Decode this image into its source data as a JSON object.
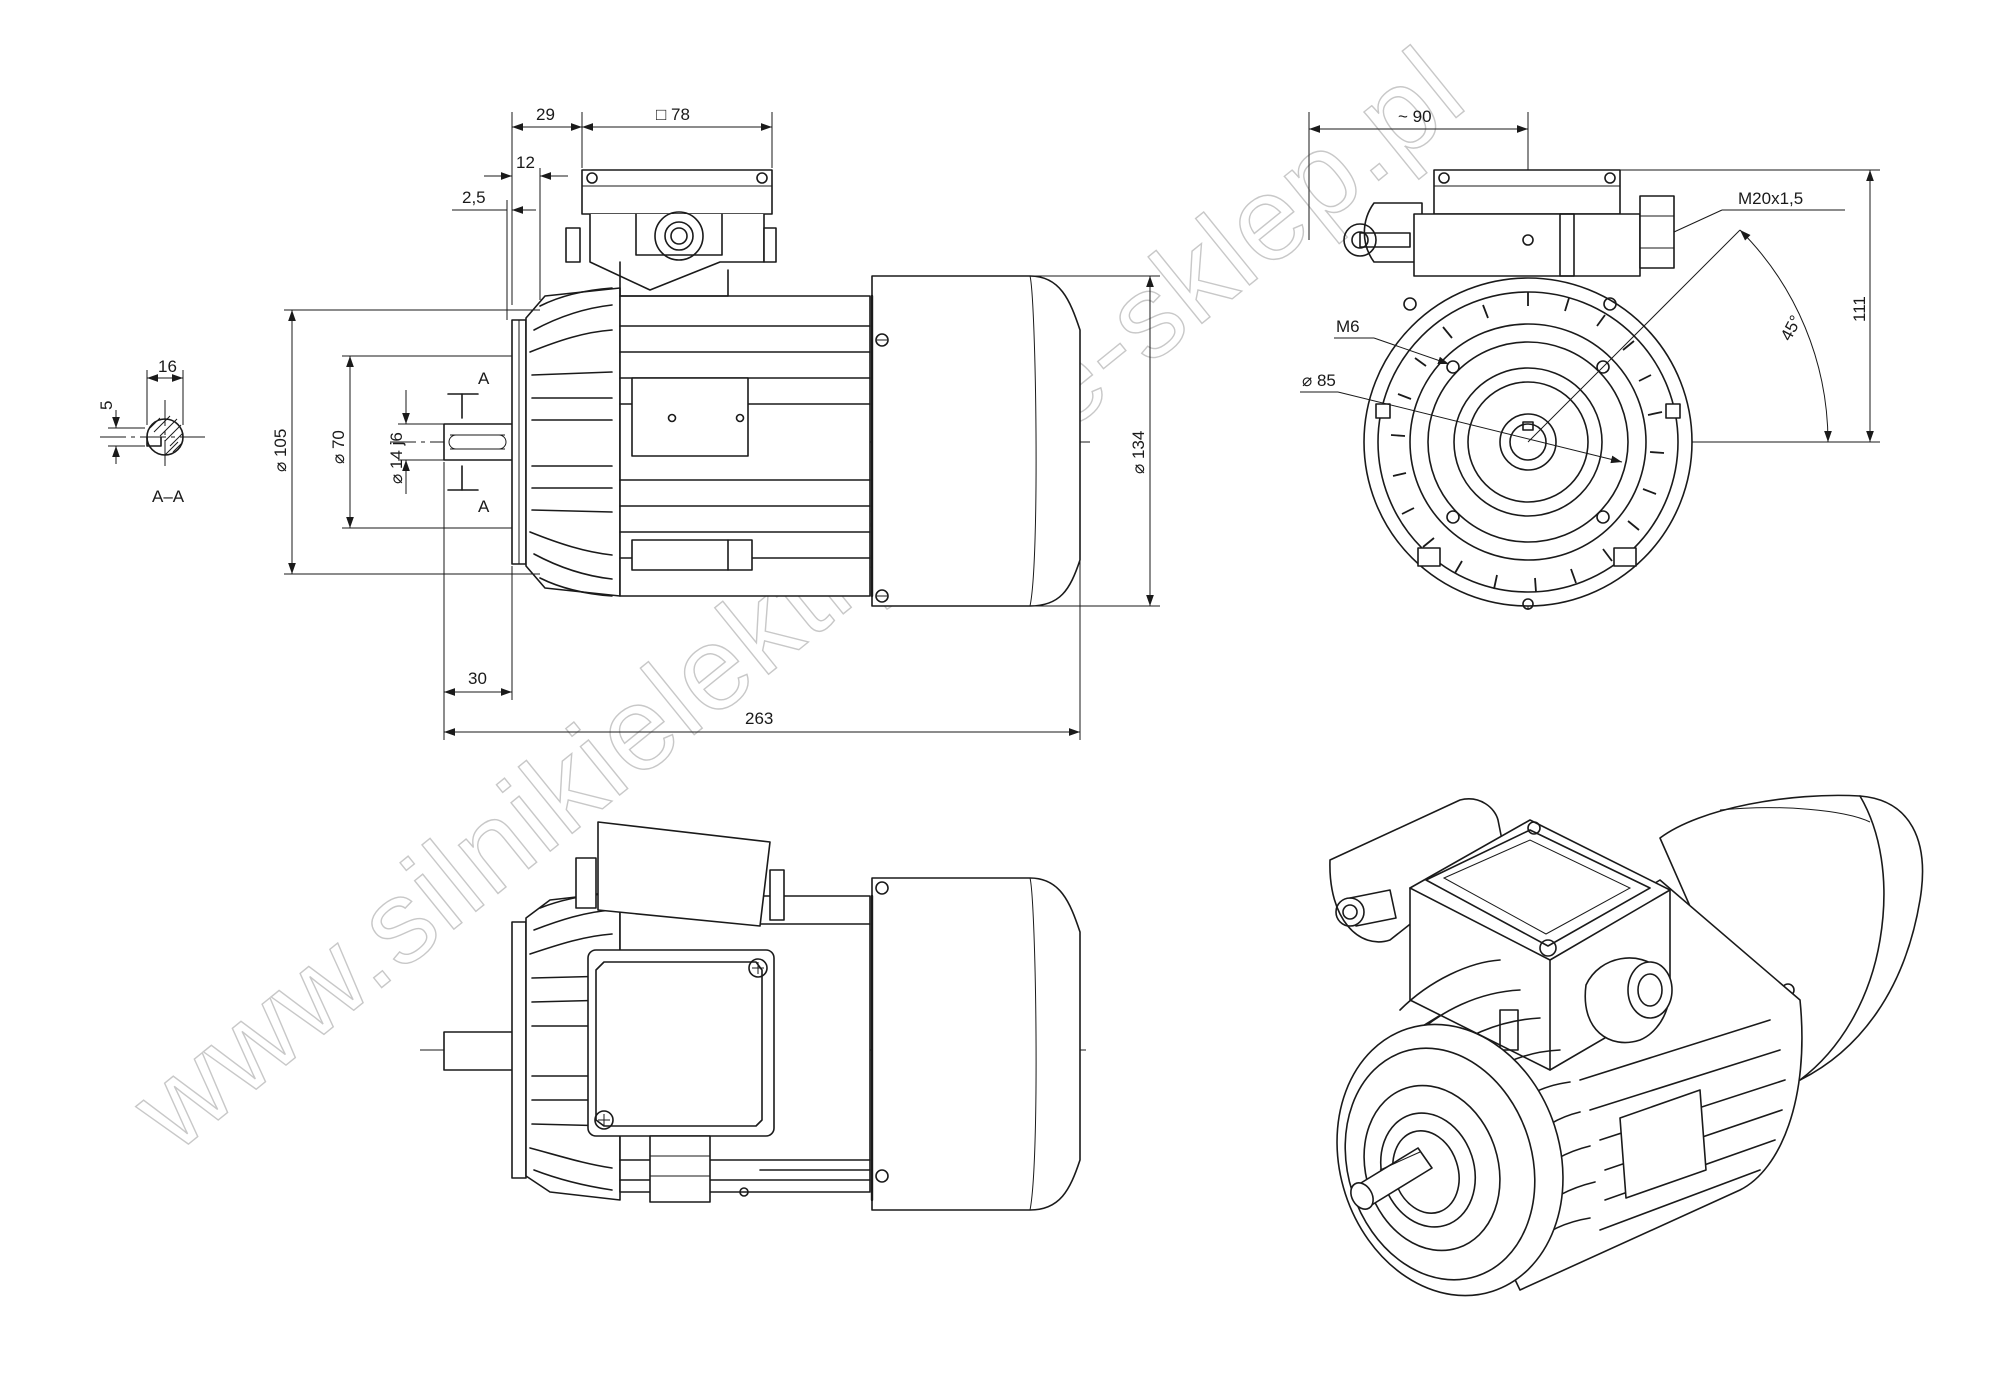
{
  "watermark": "www.silnikielektryczne-sklep.pl",
  "side_view": {
    "dim_29": "29",
    "dim_78": "□ 78",
    "dim_12": "12",
    "dim_2_5": "2,5",
    "dim_105": "⌀ 105",
    "dim_70": "⌀ 70",
    "dim_14j6": "⌀ 14 j6",
    "dim_134": "⌀ 134",
    "dim_30": "30",
    "dim_263": "263",
    "section_mark": "A"
  },
  "section": {
    "dim_16": "16",
    "dim_5": "5",
    "label": "A–A"
  },
  "front_view": {
    "dim_90": "~ 90",
    "dim_thread": "M20x1,5",
    "dim_m6": "M6",
    "dim_85": "⌀ 85",
    "dim_45": "45°",
    "dim_111": "111"
  }
}
